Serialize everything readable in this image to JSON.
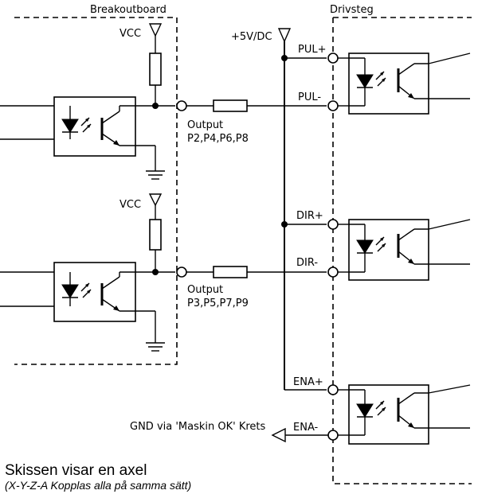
{
  "boards": {
    "left_title": "Breakoutboard",
    "right_title": "Drivsteg"
  },
  "supply": {
    "vcc_top": "VCC",
    "vcc_bottom": "VCC",
    "plus5": "+5V/DC"
  },
  "outputs": {
    "top_label": "Output",
    "top_pins": "P2,P4,P6,P8",
    "bottom_label": "Output",
    "bottom_pins": "P3,P5,P7,P9"
  },
  "driver_inputs": {
    "pul_plus": "PUL+",
    "pul_minus": "PUL-",
    "dir_plus": "DIR+",
    "dir_minus": "DIR-",
    "ena_plus": "ENA+",
    "ena_minus": "ENA-"
  },
  "gnd_note": "GND via 'Maskin OK' Krets",
  "caption": {
    "main": "Skissen visar en axel",
    "sub": "(X-Y-Z-A Kopplas alla på samma sätt)"
  }
}
